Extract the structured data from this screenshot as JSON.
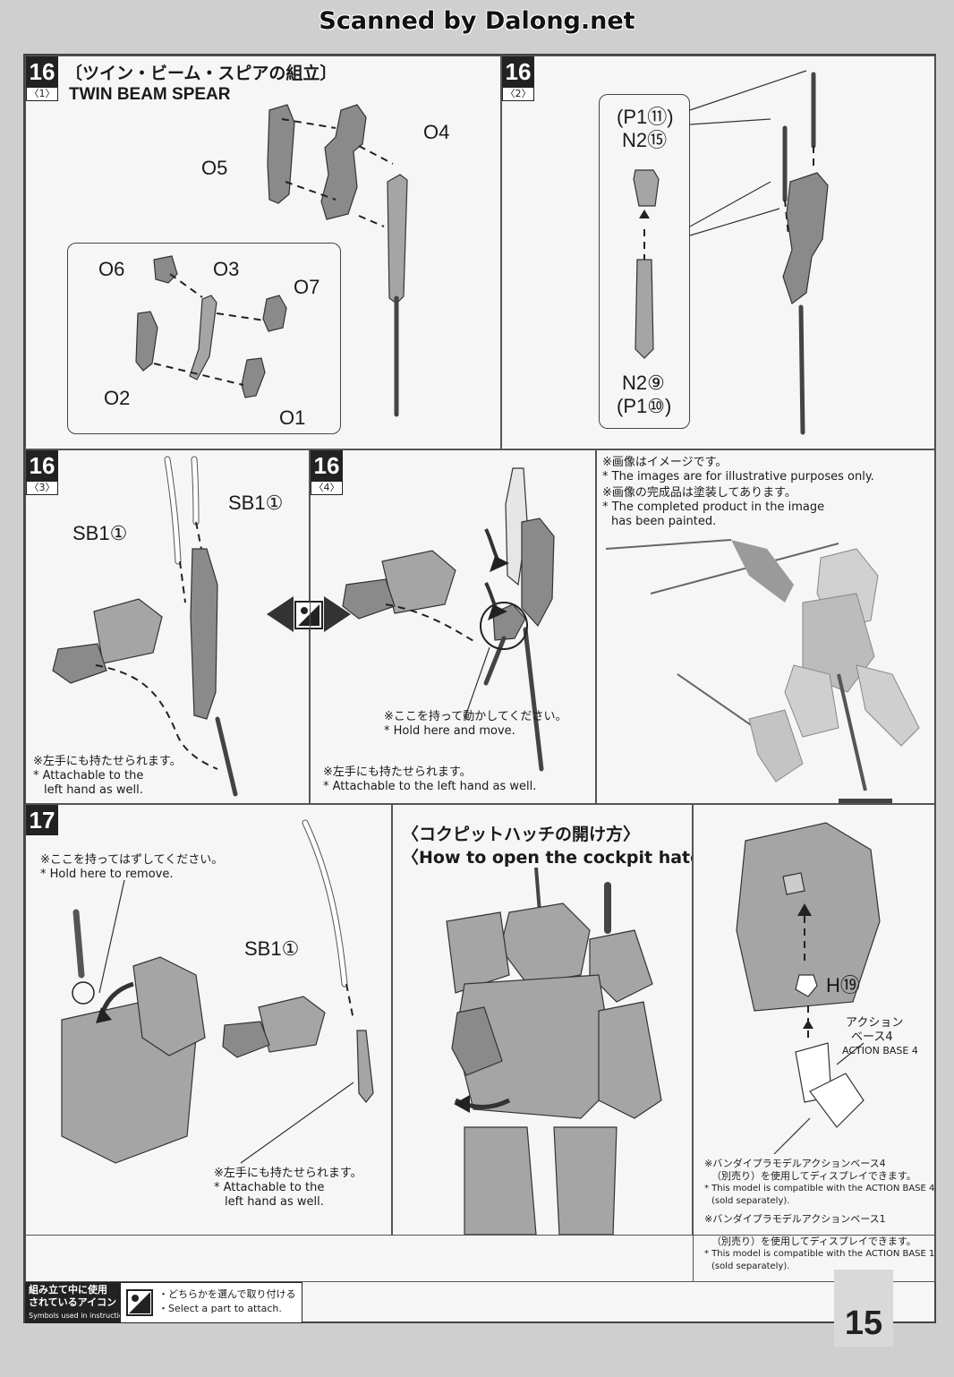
{
  "header": {
    "scan_credit": "Scanned by Dalong.net"
  },
  "step16_1": {
    "number": "16",
    "sub": "〈1〉",
    "title_jp": "〔ツイン・ビーム・スピアの組立〕",
    "title_en": "TWIN BEAM SPEAR",
    "parts": [
      "O5",
      "O4",
      "O6",
      "O3",
      "O7",
      "O2",
      "O1"
    ]
  },
  "step16_2": {
    "number": "16",
    "sub": "〈2〉",
    "parts": [
      "(P1⑪)",
      "N2⑮",
      "N2⑨",
      "(P1⑩)"
    ]
  },
  "step16_3": {
    "number": "16",
    "sub": "〈3〉",
    "parts": [
      "SB1①",
      "SB1①"
    ],
    "note_jp": "※左手にも持たせられます。",
    "note_en_1": "* Attachable to the",
    "note_en_2": "left hand as well."
  },
  "step16_4": {
    "number": "16",
    "sub": "〈4〉",
    "hold_jp": "※ここを持って動かしてください。",
    "hold_en": "* Hold here and move.",
    "note_jp": "※左手にも持たせられます。",
    "note_en": "* Attachable to the left hand as well."
  },
  "image_notes": {
    "line1_jp": "※画像はイメージです。",
    "line1_en": "* The images are for illustrative purposes only.",
    "line2_jp": "※画像の完成品は塗装してあります。",
    "line2_en_1": "* The completed product in the image",
    "line2_en_2": "has been painted."
  },
  "step17": {
    "number": "17",
    "hold_jp": "※ここを持ってはずしてください。",
    "hold_en": "* Hold here to remove.",
    "part": "SB1①",
    "note_jp": "※左手にも持たせられます。",
    "note_en_1": "* Attachable to the",
    "note_en_2": "left hand as well."
  },
  "cockpit": {
    "title_jp": "〈コクピットハッチの開け方〉",
    "title_en": "〈How to open the cockpit hatch〉"
  },
  "action_base": {
    "part": "H⑲",
    "label_jp_1": "アクション",
    "label_jp_2": "ベース4",
    "label_en": "ACTION BASE 4",
    "note1_jp_1": "※バンダイプラモデルアクションベース4",
    "note1_jp_2": "（別売り）を使用してディスプレイできます。",
    "note1_en_1": "* This model is compatible with the ACTION BASE 4",
    "note1_en_2": "(sold separately).",
    "note2_jp_1": "※バンダイプラモデルアクションベース1",
    "note2_jp_2": "（別売り）を使用してディスプレイできます。",
    "note2_en_1": "* This model is compatible with the ACTION BASE 1",
    "note2_en_2": "(sold separately)."
  },
  "legend": {
    "label_jp_1": "組み立て中に使用",
    "label_jp_2": "されているアイコン",
    "label_en": "Symbols used in instructions",
    "icon_jp": "・どちらかを選んで取り付ける",
    "icon_en": "・Select a part to attach."
  },
  "footer": {
    "page_number": "15"
  }
}
